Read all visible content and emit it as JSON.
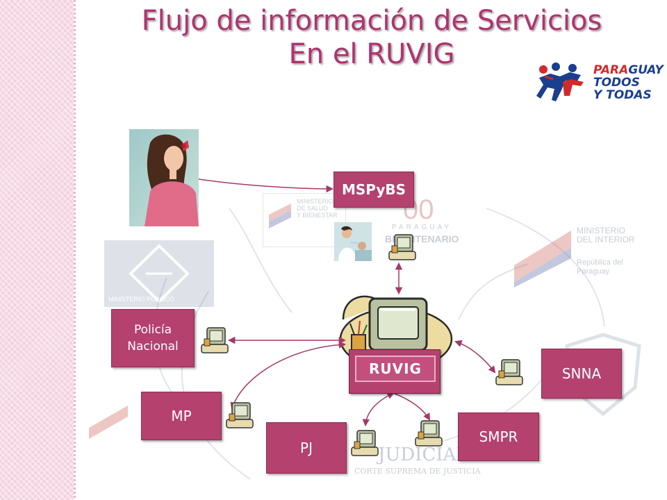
{
  "title": {
    "line1": "Flujo de información de Servicios",
    "line2": "En el RUVIG"
  },
  "logo": {
    "part1_red": "PARA",
    "part1_blue": "GUAY",
    "line2": "TODOS",
    "line3": "Y TODAS"
  },
  "nodes": {
    "mspybs": "MSPyBS",
    "policia_line1": "Policía",
    "policia_line2": "Nacional",
    "mp": "MP",
    "pj": "PJ",
    "smpr": "SMPR",
    "snna": "SNNA",
    "ruvig": "RUVIG"
  },
  "watermarks": {
    "ministerio_salud_1": "MINISTERIO",
    "ministerio_salud_2": "DE SALUD",
    "ministerio_salud_3": "Y BIENESTAR",
    "paraguay": "PARAGUAY",
    "bicentenario": "BICENTENARIO",
    "ministerio_interior_1": "MINISTERIO",
    "ministerio_interior_2": "DEL INTERIOR",
    "republica_1": "República del",
    "republica_2": "Paraguay",
    "ministerio_publico": "MINISTERIO PUBLICO",
    "judicial": "JUDICIAL",
    "corte": "CORTE SUPREMA DE JUSTICIA"
  },
  "colors": {
    "node_fill": "#b5416f",
    "title": "#b0336f",
    "arrow": "#a33a66",
    "band": "#f6dbe6"
  },
  "icons": [
    "woman-illustration",
    "doctor-photo",
    "computer-icon",
    "ruvig-computer-icon",
    "paraguay-logo"
  ]
}
